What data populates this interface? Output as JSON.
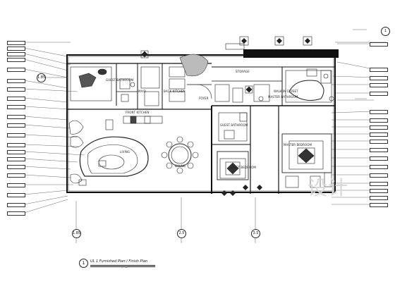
{
  "watermark": "设计",
  "grid_bubbles": {
    "left": "1.85",
    "top_right": "1",
    "bottom": [
      "1.85",
      "2.5",
      "3.5"
    ]
  },
  "rooms": {
    "storage": "STORAGE",
    "foyer": "FOYER",
    "maid": "MAID",
    "back_kitchen": "BACK KITCHEN",
    "guest_bathroom_1": "GUEST BATHROOM",
    "front_kitchen": "FRONT KITCHEN",
    "dining": "DINING",
    "living": "LIVING",
    "guest_bathroom_2": "GUEST BATHROOM",
    "guest_bedroom": "GUEST BEDROOM",
    "master_bedroom": "MASTER BEDROOM",
    "walk_in_closet": "WALK-IN CLOSET",
    "master_bathroom": "MASTER BATHROOM"
  },
  "title_block": {
    "number": "1",
    "title": "UL 1  Furnished Plan / Finish Plan",
    "scale": "1 : 45"
  }
}
